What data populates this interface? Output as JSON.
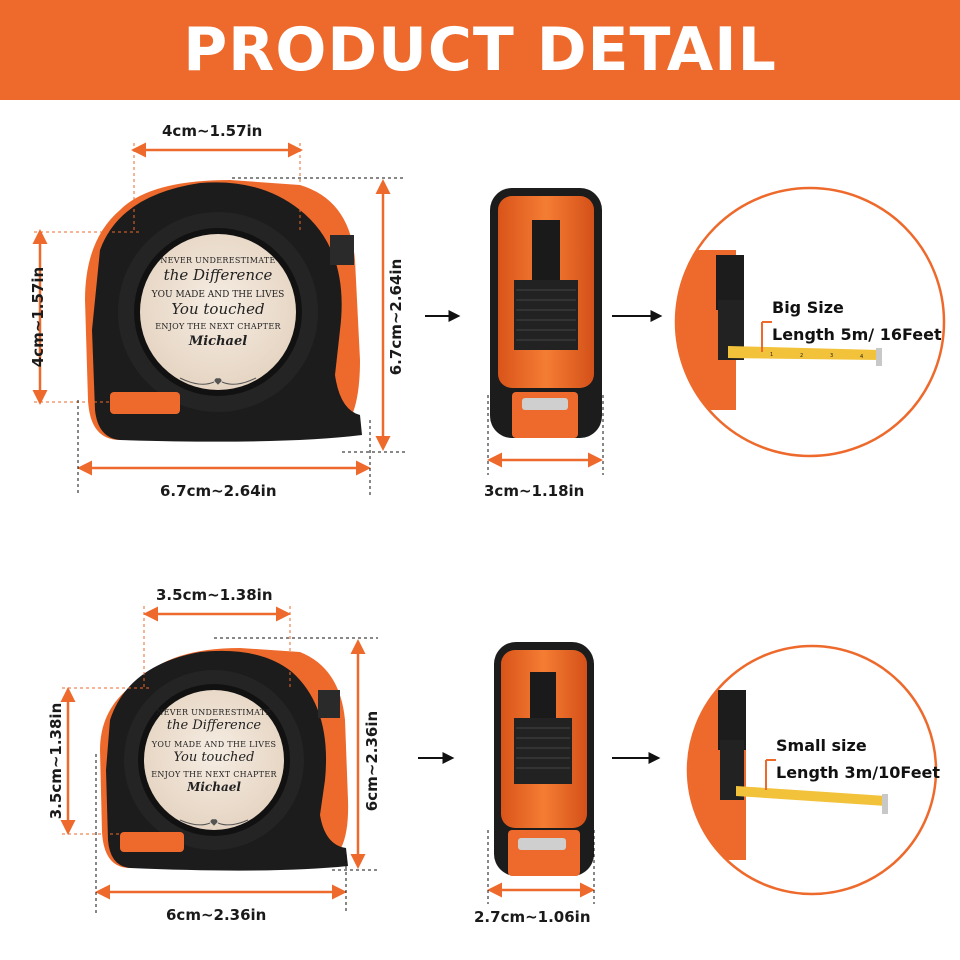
{
  "banner": {
    "title": "PRODUCT DETAIL"
  },
  "colors": {
    "accent": "#ee6a2c",
    "body": "#f0702a",
    "rubber": "#1c1c1c",
    "dial": "#efe3d6",
    "tape": "#f2c23a"
  },
  "products": [
    {
      "size_label": "Big Size",
      "length_label": "Length 5m/ 16Feet",
      "dial_width": "4cm~1.57in",
      "dial_height": "4cm~1.57in",
      "body_height": "6.7cm~2.64in",
      "body_width": "6.7cm~2.64in",
      "depth": "3cm~1.18in"
    },
    {
      "size_label": "Small size",
      "length_label": "Length 3m/10Feet",
      "dial_width": "3.5cm~1.38in",
      "dial_height": "3.5cm~1.38in",
      "body_height": "6cm~2.36in",
      "body_width": "6cm~2.36in",
      "depth": "2.7cm~1.06in"
    }
  ],
  "dial_text": {
    "line1": "NEVER UNDERESTIMATE",
    "line2": "the Difference",
    "line3": "YOU MADE AND THE LIVES",
    "line4": "You touched",
    "line5": "ENJOY THE NEXT CHAPTER",
    "line6": "Michael"
  },
  "icons": [
    "arrow-right-icon",
    "laurel-heart-icon"
  ]
}
